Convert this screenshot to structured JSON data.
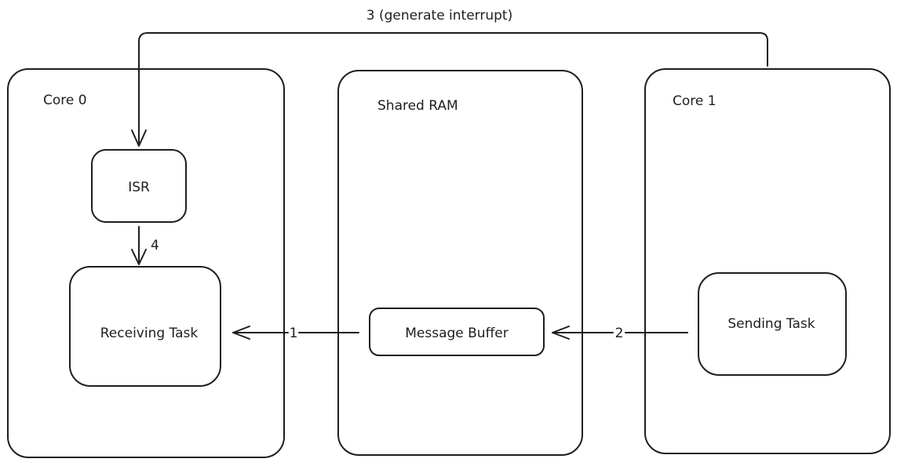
{
  "containers": {
    "core0": "Core 0",
    "shared_ram": "Shared RAM",
    "core1": "Core 1"
  },
  "nodes": {
    "isr": "ISR",
    "receiving_task": "Receiving Task",
    "message_buffer": "Message Buffer",
    "sending_task": "Sending Task"
  },
  "edges": {
    "e1": "1",
    "e2": "2",
    "e3": "3 (generate interrupt)",
    "e4": "4"
  },
  "colors": {
    "stroke": "#1e1e1e",
    "background": "#ffffff"
  }
}
